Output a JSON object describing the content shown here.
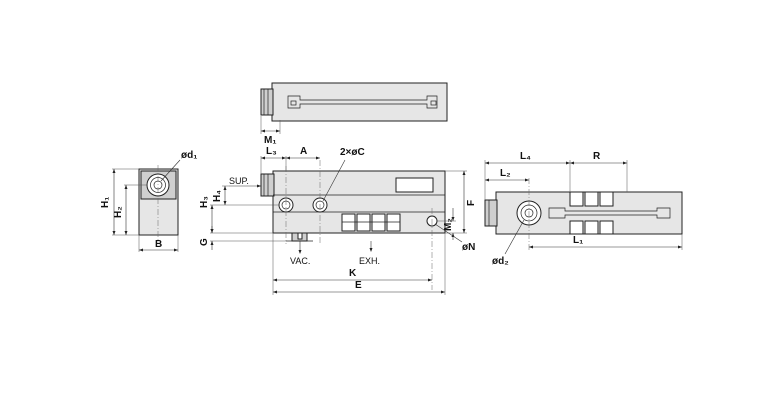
{
  "drawing": {
    "dimension_labels": {
      "M1": "M₁",
      "d1": "ød₁",
      "H1": "H₁",
      "H2": "H₂",
      "B": "B",
      "L3": "L₃",
      "A": "A",
      "C": "2×øC",
      "H4": "H₄",
      "H3": "H₃",
      "G": "G",
      "K": "K",
      "E": "E",
      "F": "F",
      "M2": "M₂",
      "N": "øN",
      "L4": "L₄",
      "R": "R",
      "L2": "L₂",
      "L1": "L₁",
      "d2": "ød₂"
    },
    "port_labels": {
      "sup": "SUP.",
      "vac": "VAC.",
      "exh": "EXH."
    }
  }
}
